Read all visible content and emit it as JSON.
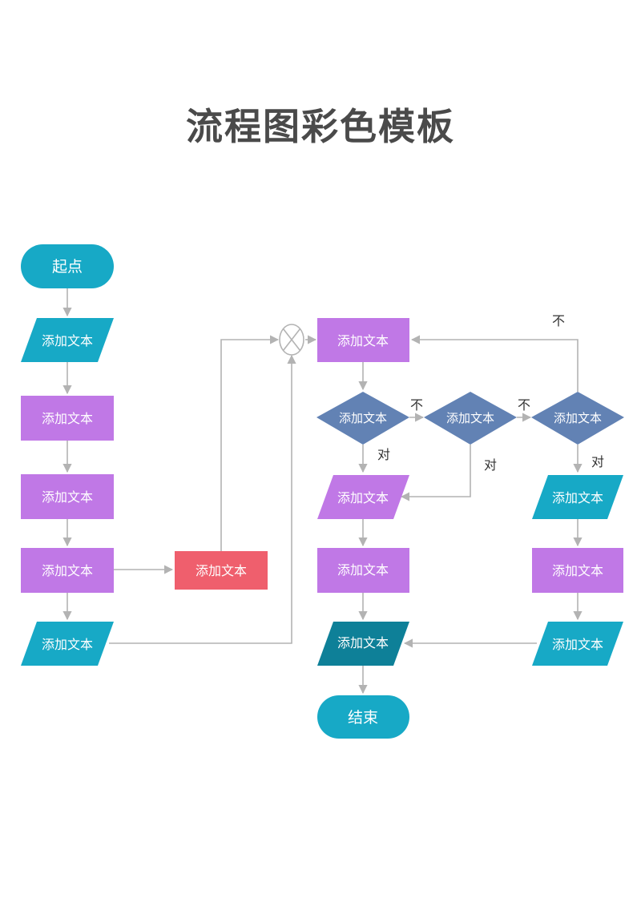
{
  "title": "流程图彩色模板",
  "colors": {
    "teal": "#17a9c6",
    "purple": "#c078e6",
    "red": "#ef5f6d",
    "slate": "#6282b4",
    "dark_teal": "#0e8098",
    "line": "#b3b3b3",
    "node_text": "#ffffff",
    "edge_text": "#333333"
  },
  "nodes": {
    "start": "起点",
    "l1": "添加文本",
    "l2": "添加文本",
    "l3": "添加文本",
    "l4": "添加文本",
    "l5": "添加文本",
    "red": "添加文本",
    "top": "添加文本",
    "d1": "添加文本",
    "d2": "添加文本",
    "d3": "添加文本",
    "m1": "添加文本",
    "m2": "添加文本",
    "m3": "添加文本",
    "r1": "添加文本",
    "r2": "添加文本",
    "r3": "添加文本",
    "end": "结束"
  },
  "edge_labels": {
    "no_top": "不",
    "no_1": "不",
    "no_2": "不",
    "yes_1": "对",
    "yes_2": "对",
    "yes_3": "对"
  }
}
